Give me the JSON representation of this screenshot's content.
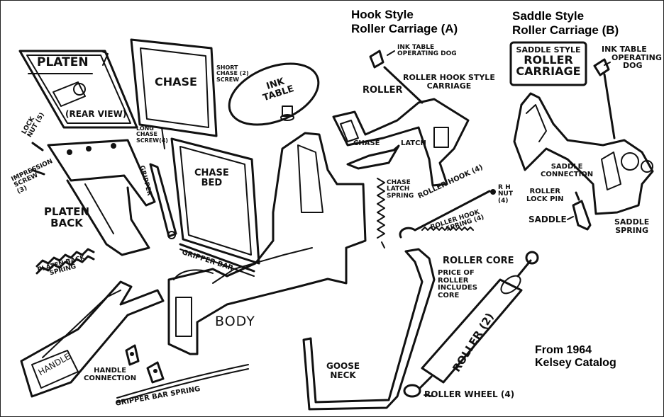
{
  "headers": {
    "hook_line1": "Hook Style",
    "hook_line2": "Roller Carriage (A)",
    "saddle_line1": "Saddle Style",
    "saddle_line2": "Roller Carriage (B)",
    "credit_line1": "From 1964",
    "credit_line2": "Kelsey Catalog"
  },
  "labels": {
    "platen": "PLATEN",
    "rear_view": "(REAR VIEW)",
    "chase": "CHASE",
    "short_chase_screw": [
      "SHORT",
      "CHASE (2)",
      "SCREW"
    ],
    "ink_table": [
      "INK",
      "TABLE"
    ],
    "ink_table_dog_a": [
      "INK TABLE",
      "OPERATING DOG"
    ],
    "roller": "ROLLER",
    "roller_hook_style_carriage": [
      "ROLLER HOOK STYLE",
      "CARRIAGE"
    ],
    "saddle_style_roller_carriage": [
      "SADDLE STYLE",
      "ROLLER",
      "CARRIAGE"
    ],
    "ink_table_dog_b": [
      "INK TABLE",
      "OPERATING",
      "DOG"
    ],
    "lock_nut": [
      "LOCK",
      "NUT (5)"
    ],
    "impression_screw": [
      "IMPRESSION",
      "SCREW",
      "(3)"
    ],
    "long_chase_screw": [
      "LONG",
      "CHASE",
      "SCREW(4)"
    ],
    "gripper": "GRIPPER",
    "chase_bed": [
      "CHASE",
      "BED"
    ],
    "chase_latch": [
      "CHASE",
      "LATCH"
    ],
    "chase_latch_spring": [
      "CHASE",
      "LATCH",
      "SPRING"
    ],
    "roller_hook": "ROLLER HOOK (4)",
    "rh_nut": [
      "R H",
      "NUT",
      "(4)"
    ],
    "roller_hook_spring": [
      "ROLLER HOOK",
      "SPRING (4)"
    ],
    "saddle_connection": [
      "SADDLE",
      "CONNECTION"
    ],
    "roller_lock_pin": [
      "ROLLER",
      "LOCK PIN"
    ],
    "saddle": "SADDLE",
    "saddle_spring": [
      "SADDLE",
      "SPRING"
    ],
    "platen_back": [
      "PLATEN",
      "BACK"
    ],
    "platen_back_spring": [
      "PLATEN BACK",
      "SPRING"
    ],
    "gripper_bar": "GRIPPER BAR",
    "body": "BODY",
    "roller_core": "ROLLER CORE",
    "price_note": [
      "PRICE OF",
      "ROLLER",
      "INCLUDES",
      "CORE"
    ],
    "roller_2": "ROLLER (2)",
    "handle": "HANDLE",
    "handle_connection": [
      "HANDLE",
      "CONNECTION"
    ],
    "gripper_bar_spring": "GRIPPER BAR SPRING",
    "goose_neck": [
      "GOOSE",
      "NECK"
    ],
    "roller_wheel": "ROLLER WHEEL (4)"
  }
}
